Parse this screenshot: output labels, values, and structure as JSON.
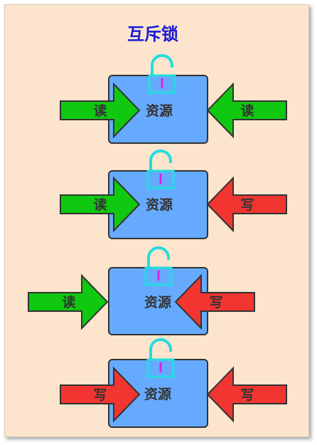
{
  "title": "互斥锁",
  "resource_label": "资源",
  "colors": {
    "background": "#fde5cd",
    "resource": "#66aaff",
    "read": "#10c810",
    "write": "#f23530",
    "lock": "#22dddd",
    "lock_bar": "#dd22dd",
    "title": "#1b1bd6"
  },
  "rows": [
    {
      "id": "row-1",
      "left": {
        "label": "读",
        "kind": "read"
      },
      "right": {
        "label": "读",
        "kind": "read"
      }
    },
    {
      "id": "row-2",
      "left": {
        "label": "读",
        "kind": "read"
      },
      "right": {
        "label": "写",
        "kind": "write"
      }
    },
    {
      "id": "row-3",
      "left": {
        "label": "读",
        "kind": "read"
      },
      "right": {
        "label": "写",
        "kind": "write"
      }
    },
    {
      "id": "row-4",
      "left": {
        "label": "写",
        "kind": "write"
      },
      "right": {
        "label": "写",
        "kind": "write"
      }
    }
  ]
}
